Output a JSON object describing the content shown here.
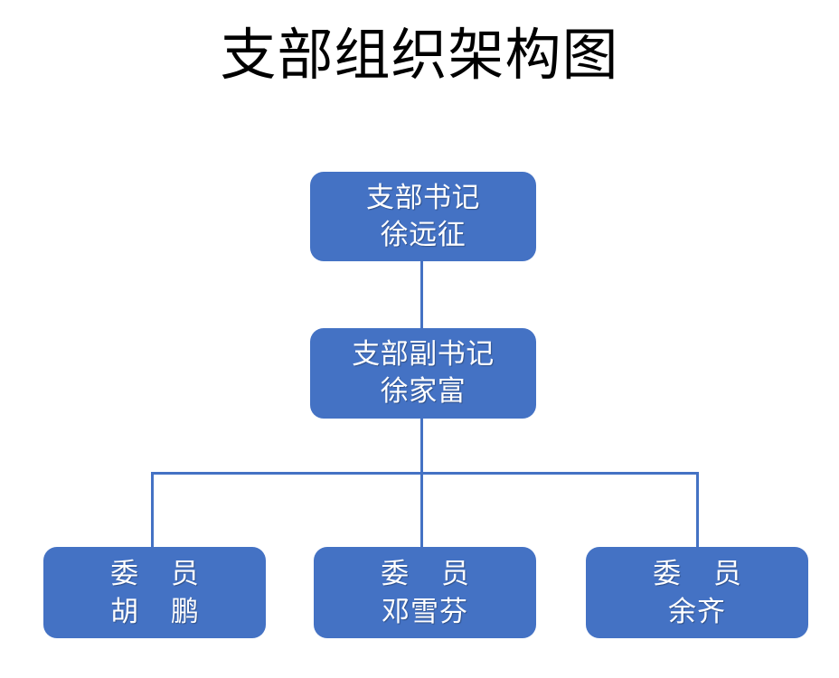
{
  "chart_data": {
    "type": "diagram",
    "subtype": "org-chart",
    "title": "支部组织架构图",
    "orientation": "top-down",
    "levels": 3,
    "node_fill_color": "#4472C4",
    "node_text_color": "#FFFFFF",
    "connector_color": "#4472C4",
    "title_color": "#000000",
    "background_color": "#FFFFFF",
    "nodes": [
      {
        "id": "secretary",
        "level": 1,
        "role": "支部书记",
        "name": "徐远征",
        "parent": null
      },
      {
        "id": "deputy_secretary",
        "level": 2,
        "role": "支部副书记",
        "name": "徐家富",
        "parent": "secretary"
      },
      {
        "id": "member_1",
        "level": 3,
        "role": "委 员",
        "name": "胡 鹏",
        "parent": "deputy_secretary"
      },
      {
        "id": "member_2",
        "level": 3,
        "role": "委 员",
        "name": "邓雪芬",
        "parent": "deputy_secretary"
      },
      {
        "id": "member_3",
        "level": 3,
        "role": "委 员",
        "name": "余齐",
        "parent": "deputy_secretary"
      }
    ],
    "edges": [
      {
        "from": "secretary",
        "to": "deputy_secretary"
      },
      {
        "from": "deputy_secretary",
        "to": "member_1"
      },
      {
        "from": "deputy_secretary",
        "to": "member_2"
      },
      {
        "from": "deputy_secretary",
        "to": "member_3"
      }
    ]
  },
  "title": "支部组织架构图",
  "nodes": {
    "secretary": {
      "role": "支部书记",
      "name": "徐远征"
    },
    "deputy_secretary": {
      "role": "支部副书记",
      "name": "徐家富"
    },
    "member_1": {
      "role": "委 员",
      "name": "胡 鹏"
    },
    "member_2": {
      "role": "委 员",
      "name": "邓雪芬"
    },
    "member_3": {
      "role": "委 员",
      "name": "余齐"
    }
  }
}
